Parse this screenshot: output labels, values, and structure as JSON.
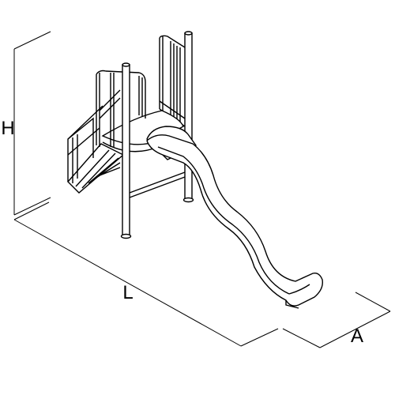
{
  "dimensions": {
    "height_label": "H",
    "length_label": "L",
    "width_label": "A"
  }
}
